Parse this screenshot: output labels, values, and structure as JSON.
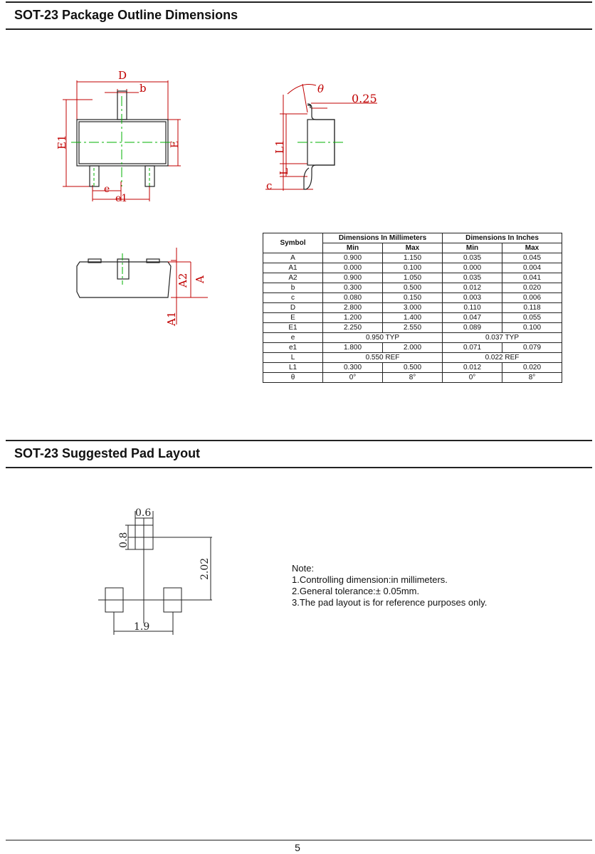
{
  "sections": {
    "outline_title": "SOT-23 Package Outline Dimensions",
    "pad_title": "SOT-23 Suggested Pad Layout"
  },
  "drawing_labels": {
    "D": "D",
    "b": "b",
    "E1": "E1",
    "E": "E",
    "e": "e",
    "e1": "e1",
    "theta": "θ",
    "lead_dim": "0.25",
    "L1": "L1",
    "L": "L",
    "c": "c",
    "A2": "A2",
    "A": "A",
    "A1": "A1"
  },
  "pad_labels": {
    "w": "0.6",
    "h": "0.8",
    "vspan": "2.02",
    "hspan": "1.9"
  },
  "table": {
    "symbol_header": "Symbol",
    "mm_header": "Dimensions In Millimeters",
    "in_header": "Dimensions In Inches",
    "min": "Min",
    "max": "Max",
    "rows": [
      [
        "A",
        "0.900",
        "1.150",
        "0.035",
        "0.045"
      ],
      [
        "A1",
        "0.000",
        "0.100",
        "0.000",
        "0.004"
      ],
      [
        "A2",
        "0.900",
        "1.050",
        "0.035",
        "0.041"
      ],
      [
        "b",
        "0.300",
        "0.500",
        "0.012",
        "0.020"
      ],
      [
        "c",
        "0.080",
        "0.150",
        "0.003",
        "0.006"
      ],
      [
        "D",
        "2.800",
        "3.000",
        "0.110",
        "0.118"
      ],
      [
        "E",
        "1.200",
        "1.400",
        "0.047",
        "0.055"
      ],
      [
        "E1",
        "2.250",
        "2.550",
        "0.089",
        "0.100"
      ],
      [
        "e",
        "0.950 TYP",
        "0.037 TYP"
      ],
      [
        "e1",
        "1.800",
        "2.000",
        "0.071",
        "0.079"
      ],
      [
        "L",
        "0.550 REF",
        "0.022 REF"
      ],
      [
        "L1",
        "0.300",
        "0.500",
        "0.012",
        "0.020"
      ],
      [
        "θ",
        "0°",
        "8°",
        "0°",
        "8°"
      ]
    ]
  },
  "notes": {
    "heading": "Note:",
    "items": [
      "1.Controlling dimension:in  millimeters.",
      "2.General tolerance:± 0.05mm.",
      "3.The pad layout is for reference purposes only."
    ]
  },
  "page_number": "5",
  "colors": {
    "dim_red": "#c00000",
    "center_green": "#00b000",
    "outline": "#222222"
  }
}
